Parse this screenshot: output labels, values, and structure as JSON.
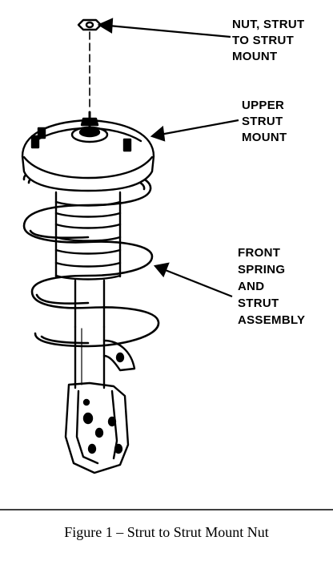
{
  "labels": {
    "nut": [
      "NUT, STRUT",
      "TO STRUT",
      "MOUNT"
    ],
    "upper_mount": [
      "UPPER",
      "STRUT",
      "MOUNT"
    ],
    "assembly": [
      "FRONT",
      "SPRING",
      "AND",
      "STRUT",
      "ASSEMBLY"
    ]
  },
  "caption": "Figure 1 – Strut to Strut Mount Nut",
  "colors": {
    "ink": "#000000",
    "paper": "#ffffff"
  }
}
